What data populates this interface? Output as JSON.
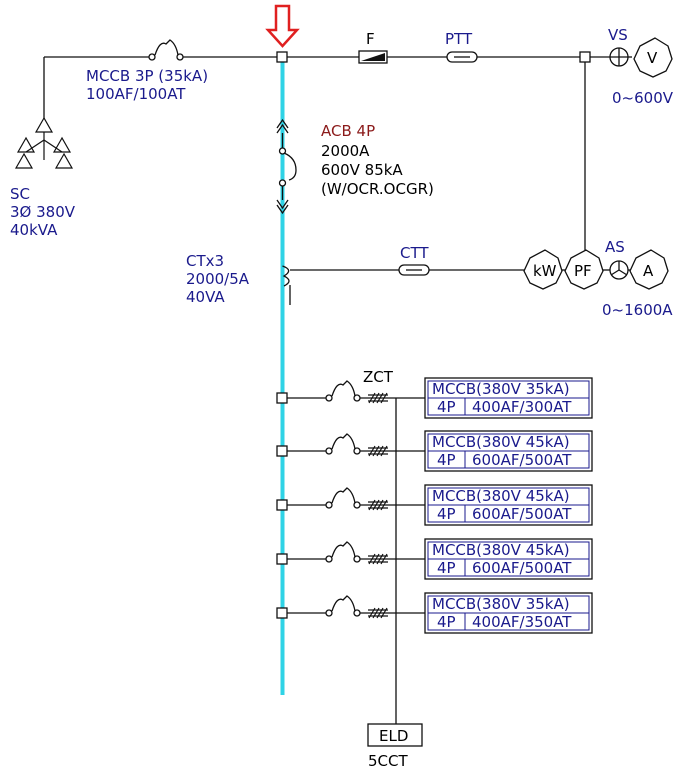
{
  "colors": {
    "bus": "#2fd3e6",
    "arrow": "#e02020",
    "text_blue": "#1a1a8c",
    "text_red": "#8b1a1a",
    "line": "#111111"
  },
  "source": {
    "mccb_label_1": "MCCB 3P (35kA)",
    "mccb_label_2": "100AF/100AT",
    "sc_label_1": "SC",
    "sc_label_2": "3Ø 380V",
    "sc_label_3": "40kVA"
  },
  "top_line": {
    "fuse": "F",
    "ptt": "PTT",
    "vs": "VS",
    "voltmeter": "V",
    "voltmeter_range": "0~600V"
  },
  "acb": {
    "title": "ACB 4P",
    "line2": "2000A",
    "line3": "600V 85kA",
    "line4": "(W/OCR.OCGR)"
  },
  "ct": {
    "line1": "CTx3",
    "line2": "2000/5A",
    "line3": "40VA",
    "ctt": "CTT"
  },
  "meters": {
    "kw": "kW",
    "pf": "PF",
    "as": "AS",
    "ammeter": "A",
    "ammeter_range": "0~1600A"
  },
  "feeders": {
    "zct_label": "ZCT",
    "items": [
      {
        "line1": "MCCB(380V 35kA)",
        "pole": "4P",
        "rating": "400AF/300AT"
      },
      {
        "line1": "MCCB(380V 45kA)",
        "pole": "4P",
        "rating": "600AF/500AT"
      },
      {
        "line1": "MCCB(380V 45kA)",
        "pole": "4P",
        "rating": "600AF/500AT"
      },
      {
        "line1": "MCCB(380V 45kA)",
        "pole": "4P",
        "rating": "600AF/500AT"
      },
      {
        "line1": "MCCB(380V 35kA)",
        "pole": "4P",
        "rating": "400AF/350AT"
      }
    ]
  },
  "elb": {
    "label": "ELD",
    "sub": "5CCT"
  }
}
